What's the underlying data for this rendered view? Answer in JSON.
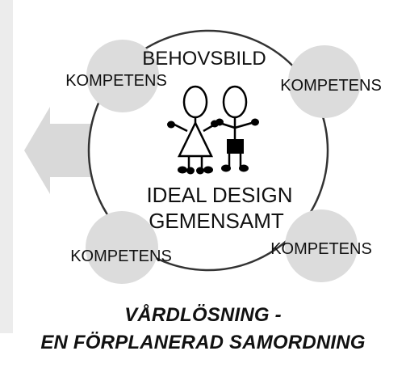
{
  "diagram": {
    "center_top_label": "BEHOVSBILD",
    "center_bottom_label_line1": "IDEAL DESIGN",
    "center_bottom_label_line2": "GEMENSAMT",
    "competence_labels": [
      "KOMPETENS",
      "KOMPETENS",
      "KOMPETENS",
      "KOMPETENS"
    ]
  },
  "caption": {
    "line1": "VÅRDLÖSNING -",
    "line2": "EN FÖRPLANERAD SAMORDNING"
  },
  "colors": {
    "arrow_fill": "#d9d9d9",
    "bubble_fill": "#dcdcdc",
    "circle_stroke": "#333333",
    "text": "#111111"
  }
}
